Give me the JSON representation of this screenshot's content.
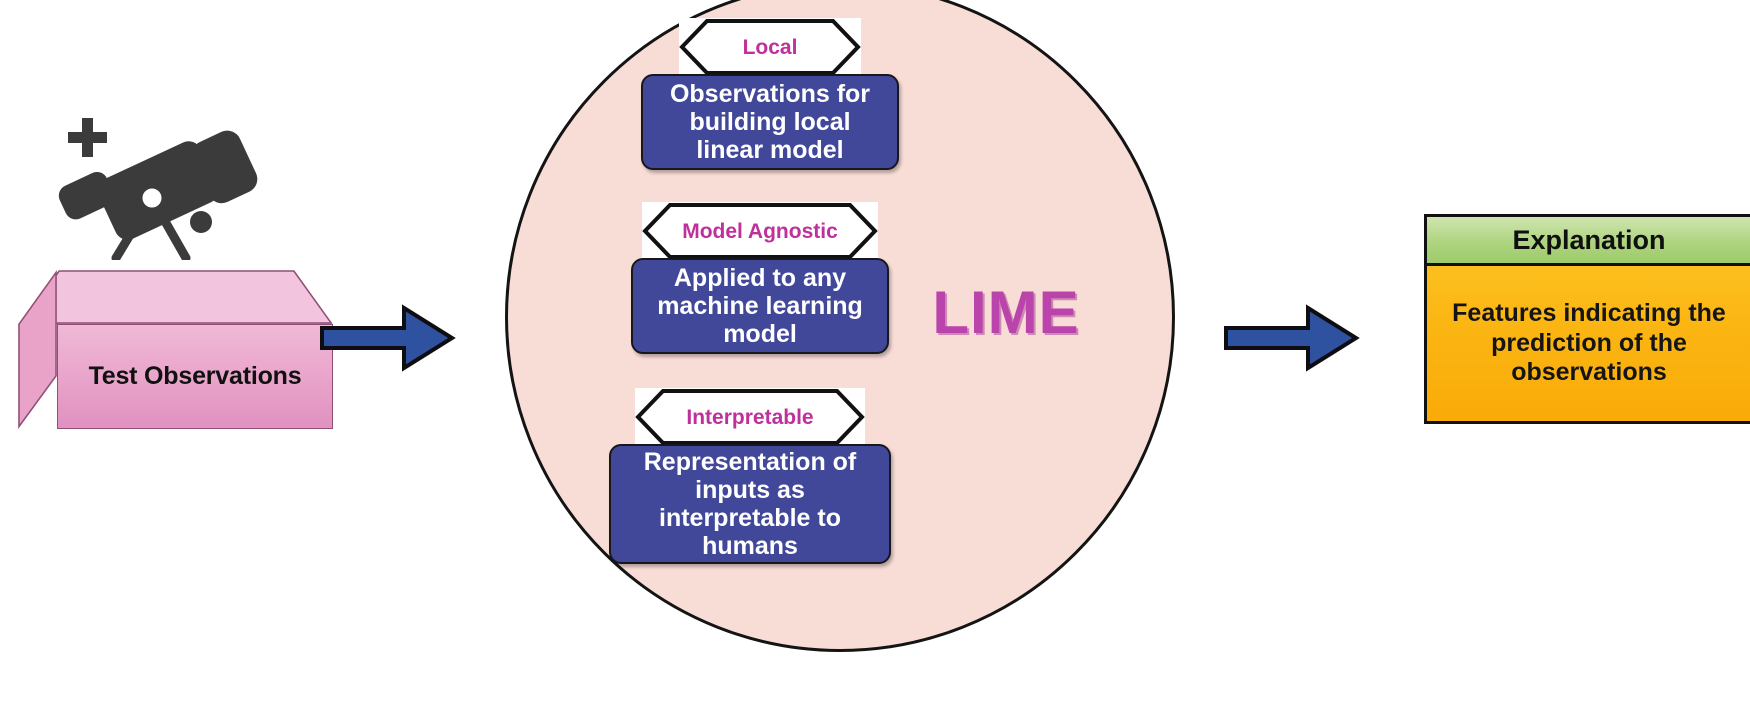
{
  "diagram": {
    "title": "LIME",
    "colors": {
      "circle_fill": "#f8dcd6",
      "card_blue": "#41489a",
      "accent_magenta": "#c0309b",
      "arrow_blue": "#2f52a0",
      "box_pink": "#eaa7cc",
      "explanation_header_green": "#aed47f",
      "explanation_body_orange": "#fbb614"
    }
  },
  "input": {
    "label": "Test Observations",
    "icon": "telescope-icon"
  },
  "center": {
    "brand": "LIME",
    "pillars": [
      {
        "badge": "Local",
        "description": "Observations for building local linear model"
      },
      {
        "badge": "Model Agnostic",
        "description": "Applied to any machine learning model"
      },
      {
        "badge": "Interpretable",
        "description": "Representation of inputs as interpretable to humans"
      }
    ]
  },
  "output": {
    "header": "Explanation",
    "body": "Features indicating the prediction of the observations"
  },
  "arrows": [
    {
      "name": "input-to-lime",
      "direction": "right"
    },
    {
      "name": "lime-to-explanation",
      "direction": "right"
    }
  ]
}
